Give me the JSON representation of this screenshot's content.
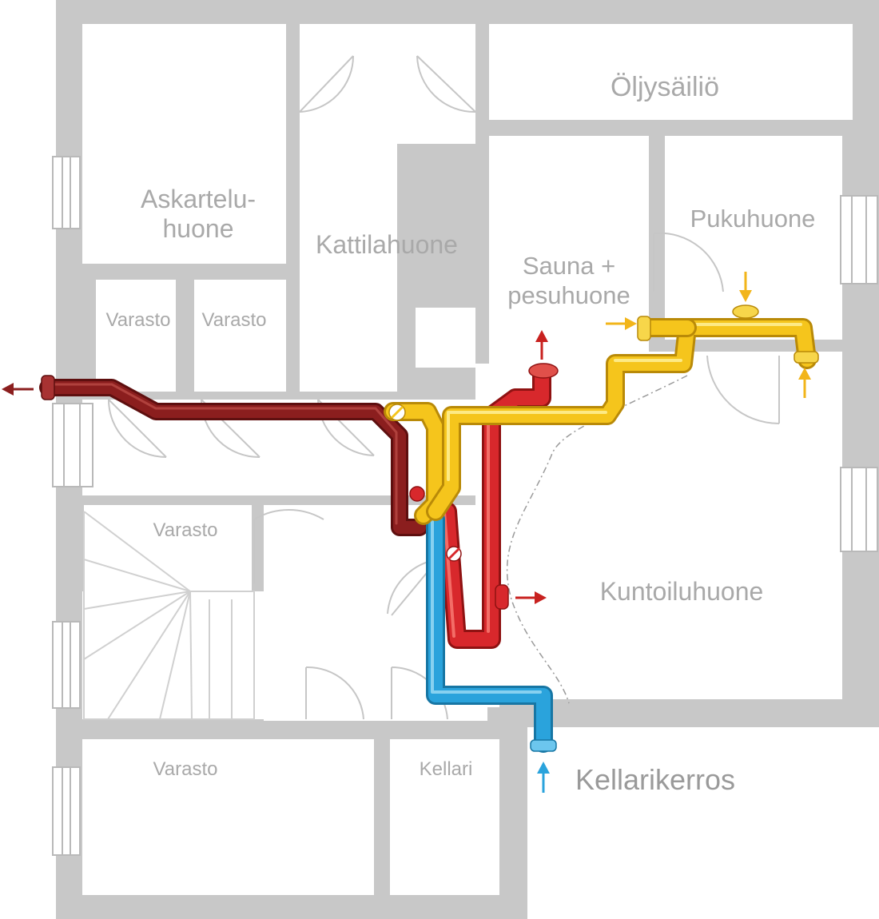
{
  "floor_label": "Kellarikerros",
  "colors": {
    "wall": "#c8c8c8",
    "room": "#ffffff",
    "extract_duct": "#8b1e1e",
    "supply_duct": "#d8282c",
    "exhaust_duct": "#f2c318",
    "outdoor_duct": "#2aa3dc",
    "arrow_red": "#c8211f",
    "arrow_dark": "#8b1e1e",
    "arrow_yellow": "#f2b51a",
    "arrow_blue": "#2aa3dc"
  },
  "rooms": {
    "askartelu_1": "Askartelu-",
    "askartelu_2": "huone",
    "kattila": "Kattilahuone",
    "oljy": "Öljysäiliö",
    "sauna_1": "Sauna +",
    "sauna_2": "pesuhuone",
    "puku": "Pukuhuone",
    "varasto_a": "Varasto",
    "varasto_b": "Varasto",
    "varasto_c": "Varasto",
    "varasto_d": "Varasto",
    "kuntoilu": "Kuntoiluhuone",
    "kellari": "Kellari"
  }
}
